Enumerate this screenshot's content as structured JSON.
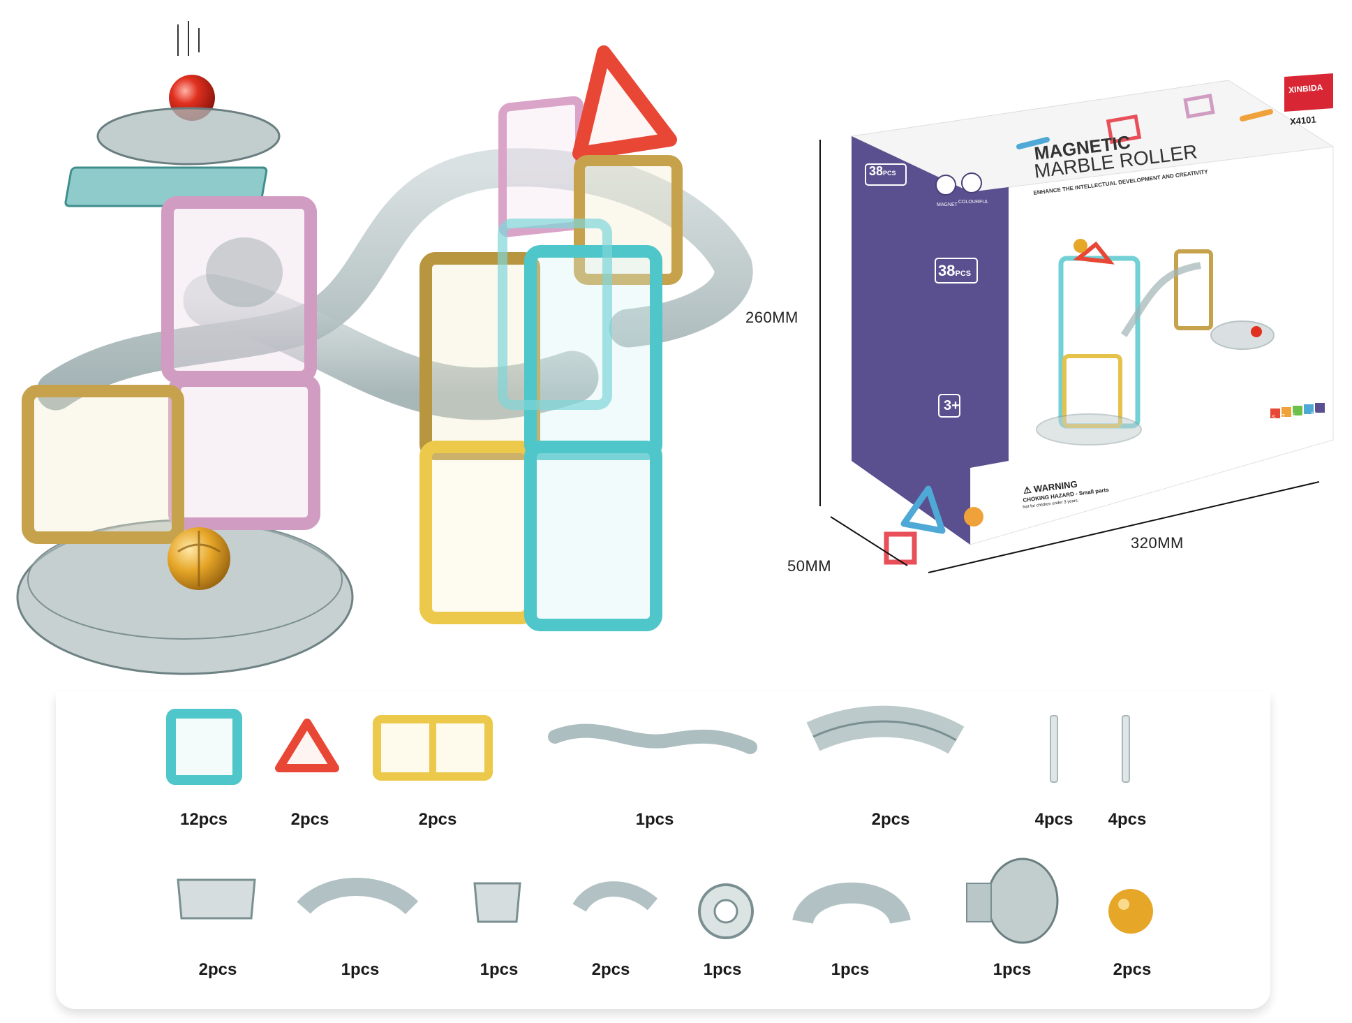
{
  "dimensions": {
    "height": "260MM",
    "depth": "50MM",
    "width": "320MM"
  },
  "box": {
    "brand": "XINBIDA",
    "model": "X4101",
    "title_line1": "MAGNETIC",
    "title_line2": "MARBLE ROLLER",
    "subtitle": "ENHANCE THE INTELLECTUAL DEVELOPMENT AND CREATIVITY",
    "pieces_badge_top": "38",
    "pieces_badge_top_unit": "PCS",
    "pieces_badge_mid": "38",
    "pieces_badge_mid_unit": "PCS",
    "feature_1": "MAGNET",
    "feature_2": "COLOURFUL",
    "age": "3+",
    "warning_title": "WARNING",
    "warning_line1": "CHOKING HAZARD - Small parts",
    "warning_line2": "Not for children under 3 years.",
    "steam_letters": [
      "S",
      "T",
      "E",
      "A",
      "M"
    ]
  },
  "parts_row1": [
    {
      "name": "square-tile",
      "count": "12pcs"
    },
    {
      "name": "triangle-tile",
      "count": "2pcs"
    },
    {
      "name": "double-rectangle-tile",
      "count": "2pcs"
    },
    {
      "name": "wave-track",
      "count": "1pcs"
    },
    {
      "name": "curved-track",
      "count": "2pcs"
    },
    {
      "name": "short-rod",
      "count": "4pcs"
    },
    {
      "name": "long-rod",
      "count": "4pcs"
    }
  ],
  "parts_row2": [
    {
      "name": "straight-chute",
      "count": "2pcs"
    },
    {
      "name": "arc-chute",
      "count": "1pcs"
    },
    {
      "name": "connector-chute",
      "count": "1pcs"
    },
    {
      "name": "corner-chute",
      "count": "2pcs"
    },
    {
      "name": "ring-piece",
      "count": "1pcs"
    },
    {
      "name": "u-turn-chute",
      "count": "1pcs"
    },
    {
      "name": "funnel-plate",
      "count": "1pcs"
    },
    {
      "name": "marble",
      "count": "2pcs"
    }
  ],
  "colors": {
    "teal": "#4fc6c9",
    "pink": "#d7a4c8",
    "gold": "#c9a34a",
    "yellow": "#f0d24a",
    "red": "#e84735",
    "track": "#9fb3b5",
    "box_purple": "#5a4f8f"
  }
}
